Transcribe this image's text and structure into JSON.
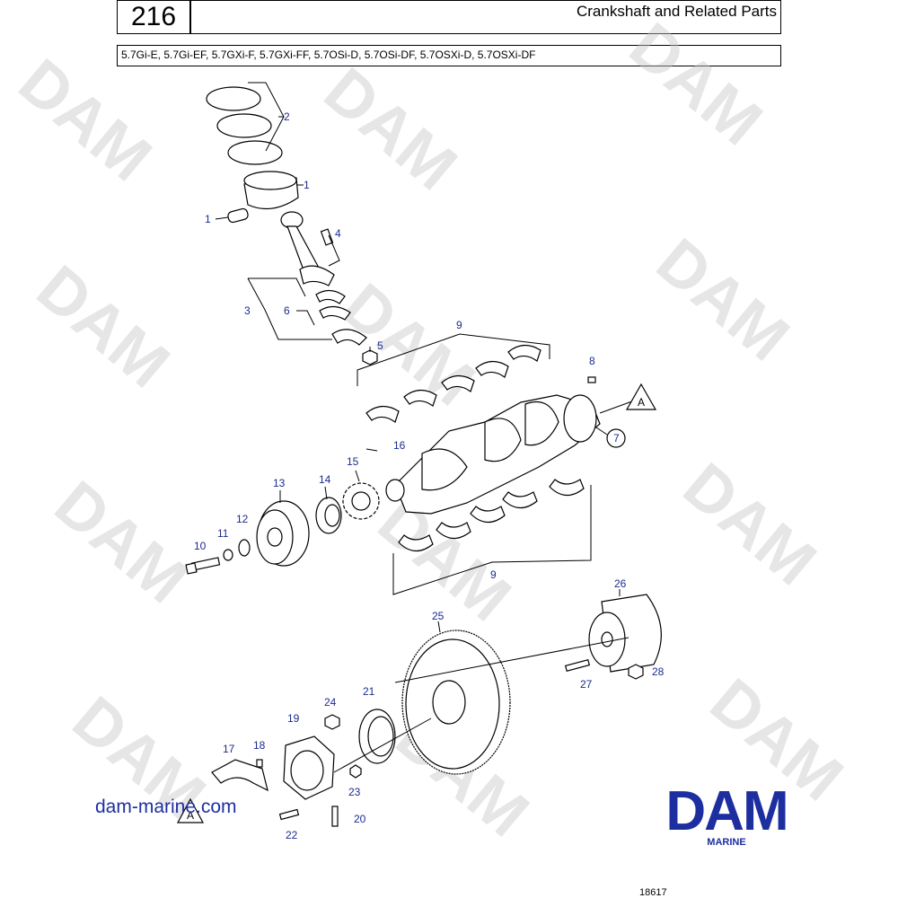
{
  "header": {
    "page_number": "216",
    "title": "Crankshaft and Related Parts",
    "models": "5.7Gi-E, 5.7Gi-EF, 5.7GXi-F, 5.7GXi-FF, 5.7OSi-D, 5.7OSi-DF, 5.7OSXi-D, 5.7OSXi-DF"
  },
  "callouts": {
    "c1a": "1",
    "c1b": "1",
    "c2": "2",
    "c3": "3",
    "c4": "4",
    "c5": "5",
    "c6": "6",
    "c7": "7",
    "c8": "8",
    "c9a": "9",
    "c9b": "9",
    "c10": "10",
    "c11": "11",
    "c12": "12",
    "c13": "13",
    "c14": "14",
    "c15": "15",
    "c16": "16",
    "c17": "17",
    "c18": "18",
    "c19": "19",
    "c20": "20",
    "c21": "21",
    "c22": "22",
    "c23": "23",
    "c24": "24",
    "c25": "25",
    "c26": "26",
    "c27": "27",
    "c28": "28",
    "ref_a1": "A",
    "ref_a2": "A"
  },
  "watermark": "DAM",
  "footer": {
    "website": "dam-marine.com",
    "logo": "DAM",
    "logo_sub": "MARINE",
    "figure_number": "18617"
  },
  "colors": {
    "brand": "#1d2fa0",
    "callout": "#1b2b8f",
    "watermark": "#c8c8c8"
  }
}
